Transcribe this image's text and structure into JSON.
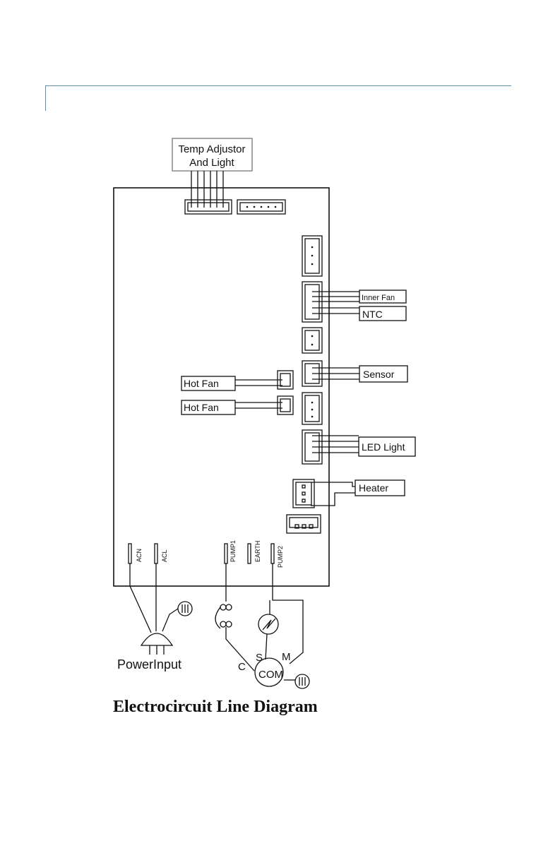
{
  "top_box": {
    "line1": "Temp Adjustor",
    "line2": "And Light"
  },
  "right_labels": {
    "inner_fan": "Inner Fan",
    "ntc": "NTC",
    "sensor": "Sensor",
    "led_light": "LED Light",
    "heater": "Heater"
  },
  "left_labels": {
    "hot_fan_1": "Hot Fan",
    "hot_fan_2": "Hot Fan"
  },
  "terminals": [
    "ACN",
    "ACL",
    "PUMP1",
    "EARTH",
    "PUMP2"
  ],
  "compressor": {
    "s": "S",
    "m": "M",
    "c": "C",
    "com": "COM"
  },
  "power_input": "PowerInput",
  "caption": "Electrocircuit Line Diagram",
  "colors": {
    "accent_rule": "#5b8fb3",
    "line": "#111111"
  }
}
